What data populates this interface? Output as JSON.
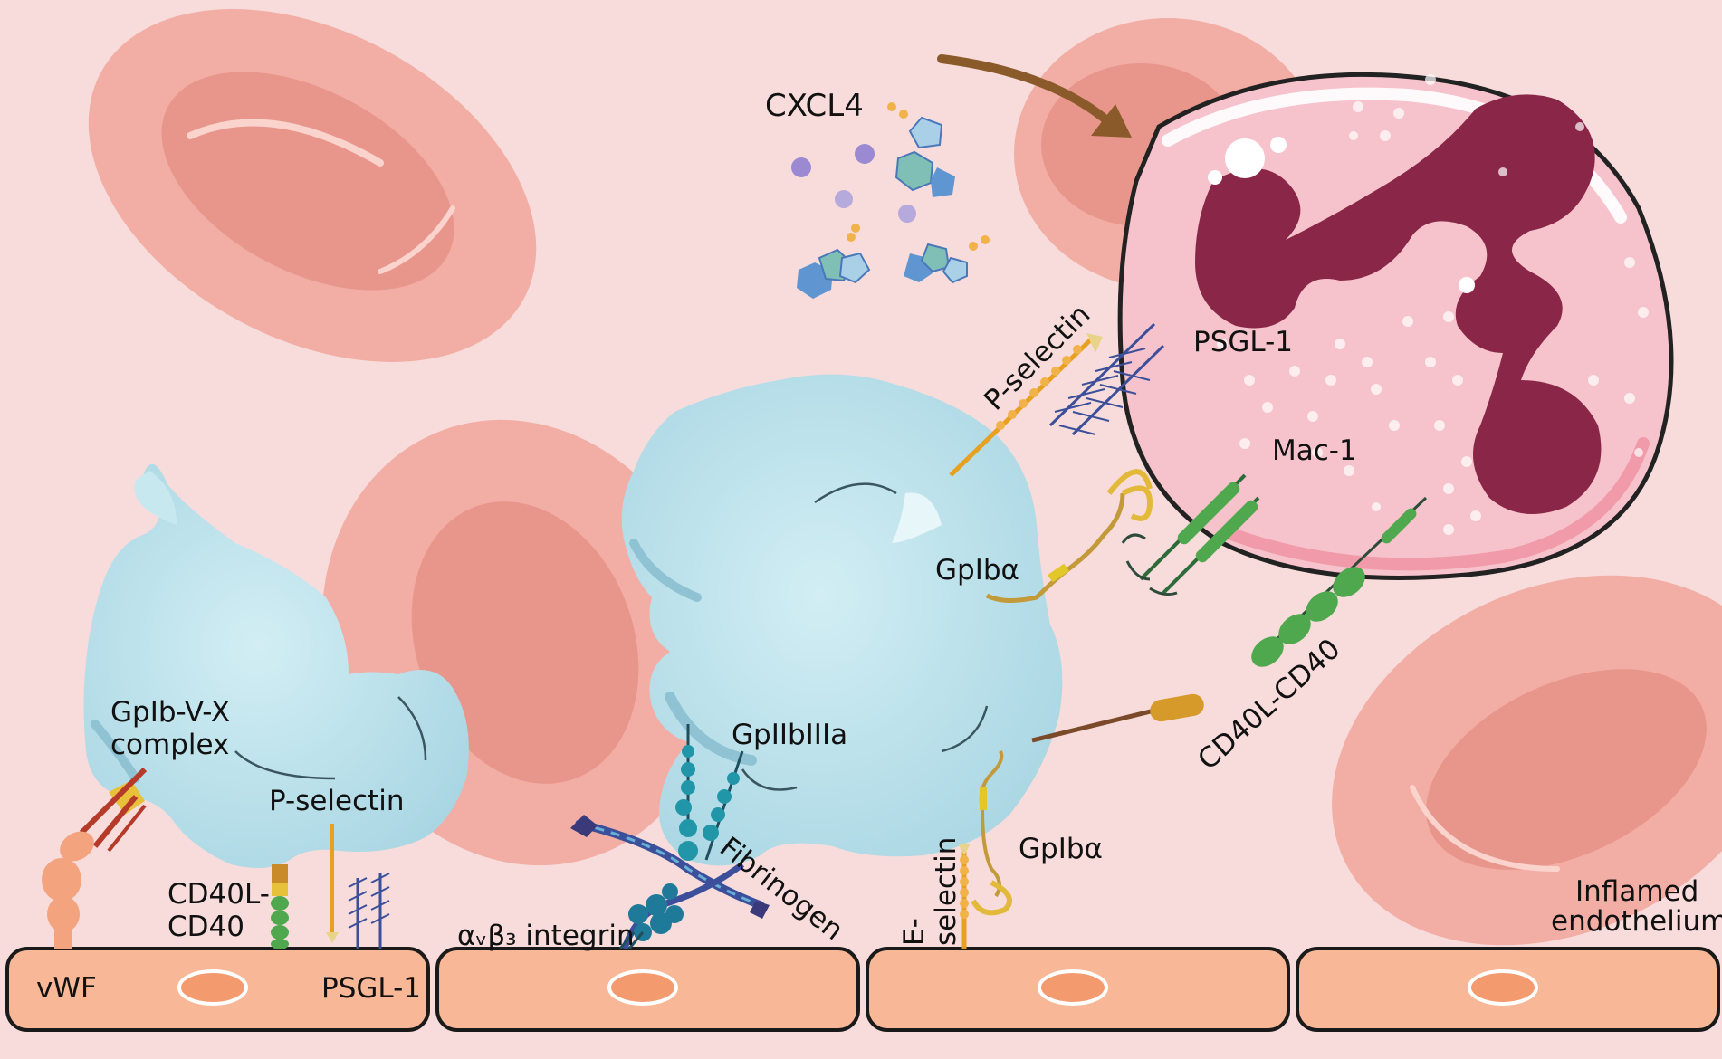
{
  "labels": {
    "cxcl4": "CXCL4",
    "psgl1_top": "PSGL-1",
    "pselectin_top": "P-selectin",
    "mac1": "Mac-1",
    "gpiba_mid": "GpIbα",
    "gpiba_low": "GpIbα",
    "cd40l_cd40_right": "CD40L-CD40",
    "gpib_complex_1": "GpIb-V-X",
    "gpib_complex_2": "complex",
    "pselectin_left": "P-selectin",
    "cd40l_left_1": "CD40L-",
    "cd40l_left_2": "CD40",
    "vwf": "vWF",
    "psgl1_bottom": "PSGL-1",
    "gpiibiiia": "GpIIbIIIa",
    "fibrinogen": "Fibrinogen",
    "integrin": "αᵥβ₃ integrin",
    "eselectin_1": "E-",
    "eselectin_2": "selectin",
    "inflamed_1": "Inflamed",
    "inflamed_2": "endothelium"
  },
  "colors": {
    "background": "#f7dcdb",
    "rbc": "#f2b1a8",
    "platelet": "#bfe3ec",
    "neutrophil_cytoplasm": "#f6c7cf",
    "neutrophil_nucleus": "#8a2748",
    "endothelium": "#f8b897",
    "arrow": "#8a5a2b"
  }
}
